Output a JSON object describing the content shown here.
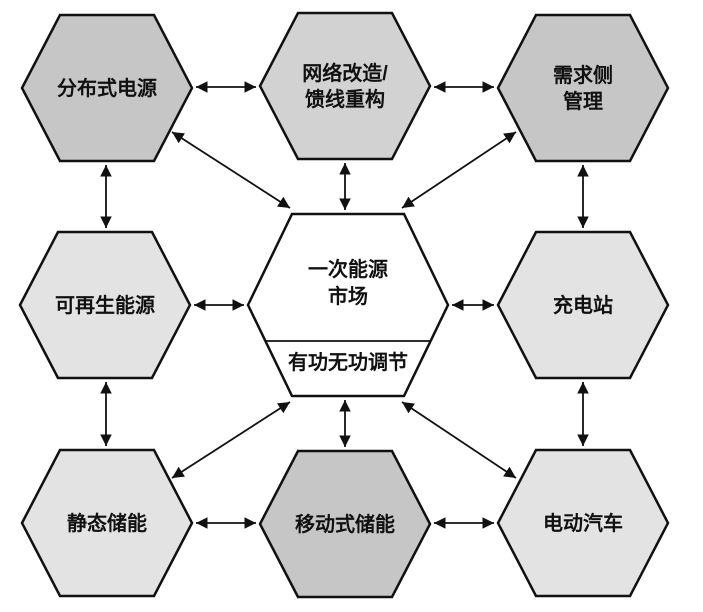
{
  "diagram": {
    "type": "hexagon-relationship-diagram",
    "colors": {
      "dark_fill": "#c6c6c6",
      "medium_fill": "#d2d2d2",
      "light_fill": "#e3e3e3",
      "center_fill": "#ffffff",
      "stroke": "#111111"
    },
    "nodes": {
      "distributed_power": {
        "label": "分布式电源"
      },
      "network_reconfig": {
        "line1": "网络改造/",
        "line2": "馈线重构"
      },
      "demand_side": {
        "line1": "需求侧",
        "line2": "管理"
      },
      "renewable_energy": {
        "label": "可再生能源"
      },
      "primary_energy_market": {
        "line1": "一次能源",
        "line2": "市场",
        "line3": "有功无功调节"
      },
      "charging_station": {
        "label": "充电站"
      },
      "static_storage": {
        "label": "静态储能"
      },
      "mobile_storage": {
        "label": "移动式储能"
      },
      "electric_vehicle": {
        "label": "电动汽车"
      }
    }
  }
}
